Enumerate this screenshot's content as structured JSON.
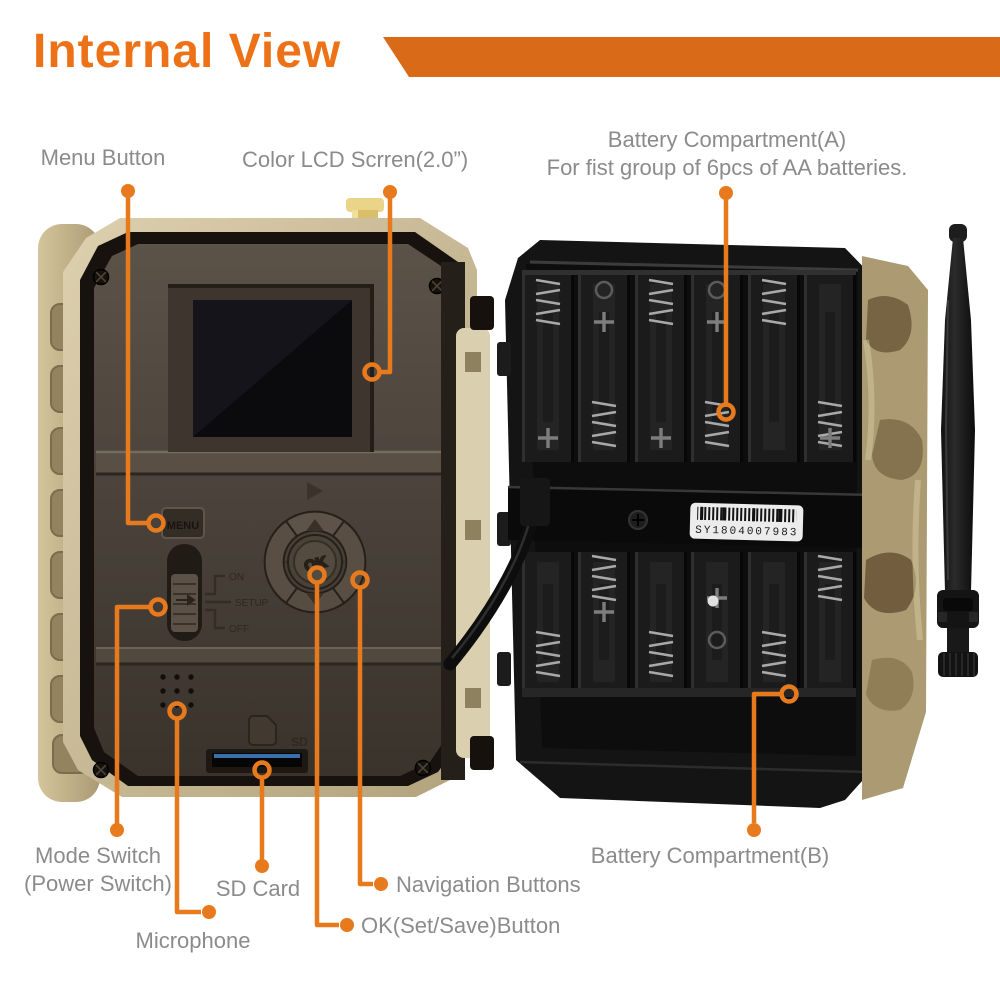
{
  "title": "Internal View",
  "colors": {
    "accent": "#e87a1e",
    "banner": "#d96a17",
    "title": "#ed7117",
    "label_gray": "#8b8b8b",
    "case_tan": "#cdbc92",
    "body_brown": "#4a423a",
    "case_black": "#141414",
    "camo_tan": "#ab9a72",
    "antenna_black": "#1d1d1d",
    "gold_connector": "#e6cf7c",
    "sd_slot_blue": "#3a6fae",
    "lcd_black": "#0b0b0e",
    "barcode_bg": "#ececec"
  },
  "labels": {
    "menu": "Menu Button",
    "lcd": "Color LCD Scrren(2.0”)",
    "battery_a_line1": "Battery Compartment(A)",
    "battery_a_line2": "For fist group of 6pcs of AA batteries.",
    "mode_line1": "Mode Switch",
    "mode_line2": "(Power Switch)",
    "sd": "SD Card",
    "microphone": "Microphone",
    "navigation": "Navigation Buttons",
    "ok": "OK(Set/Save)Button",
    "battery_b": "Battery Compartment(B)"
  },
  "device": {
    "menu_button": "MENU",
    "ok_button": "OK",
    "sd_marking": "SD",
    "switch_positions": [
      "ON",
      "SETUP",
      "OFF"
    ],
    "serial_label": "SY1804007983"
  }
}
